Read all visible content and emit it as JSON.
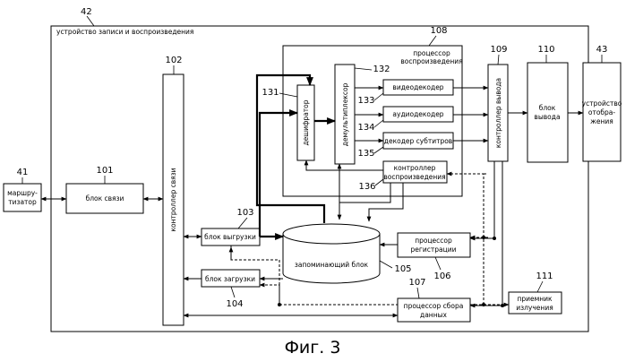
{
  "figure": {
    "caption": "Фиг. 3",
    "device": {
      "number": "42",
      "label": "устройство записи и воспроизведения"
    },
    "blocks": {
      "router": {
        "number": "41",
        "lines": [
          "маршру-",
          "тизатор"
        ]
      },
      "comm": {
        "number": "101",
        "label": "блок связи"
      },
      "comm_ctrl": {
        "number": "102",
        "label": "контроллер связи"
      },
      "upload": {
        "number": "103",
        "label": "блок выгрузки"
      },
      "download": {
        "number": "104",
        "label": "блок загрузки"
      },
      "storage": {
        "number": "105",
        "label": "запоминающий блок"
      },
      "reg_proc": {
        "number": "106",
        "lines": [
          "процессор",
          "регистрации"
        ]
      },
      "collect_proc": {
        "number": "107",
        "lines": [
          "процессор сбора",
          "данных"
        ]
      },
      "play_proc": {
        "number": "108",
        "lines": [
          "процессор",
          "воспроизведения"
        ]
      },
      "out_ctrl": {
        "number": "109",
        "label": "контроллер вывода"
      },
      "output": {
        "number": "110",
        "lines": [
          "блок",
          "вывода"
        ]
      },
      "receiver": {
        "number": "111",
        "lines": [
          "приемник",
          "излучения"
        ]
      },
      "decryptor": {
        "number": "131",
        "label": "дешифратор"
      },
      "demux": {
        "number": "132",
        "label": "демультиплексор"
      },
      "video_dec": {
        "number": "133",
        "label": "видеодекодер"
      },
      "audio_dec": {
        "number": "134",
        "label": "аудиодекодер"
      },
      "subtitle_dec": {
        "number": "135",
        "label": "декодер субтитров"
      },
      "play_ctrl": {
        "number": "136",
        "lines": [
          "контроллер",
          "воспроизведения"
        ]
      },
      "display": {
        "number": "43",
        "lines": [
          "устройство",
          "отобра-",
          "жения"
        ]
      }
    }
  }
}
